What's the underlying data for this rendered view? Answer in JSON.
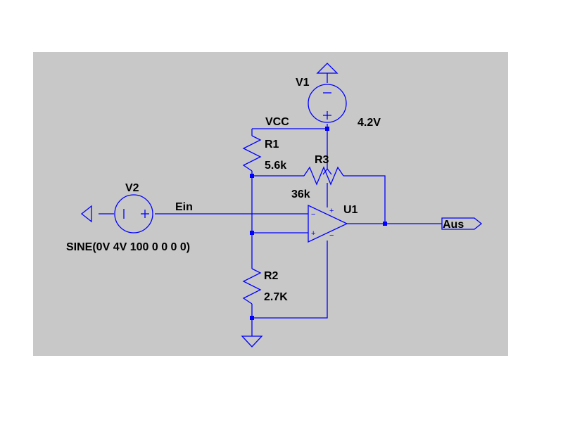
{
  "canvas": {
    "background": "#c8c8c8",
    "wire_color": "#0000ff"
  },
  "components": {
    "v1": {
      "name": "V1",
      "value": "4.2V"
    },
    "v2": {
      "name": "V2",
      "value": "SINE(0V 4V 100 0 0 0 0)"
    },
    "r1": {
      "name": "R1",
      "value": "5.6k"
    },
    "r2": {
      "name": "R2",
      "value": "2.7K"
    },
    "r3": {
      "name": "R3",
      "value": "36k"
    },
    "u1": {
      "name": "U1"
    }
  },
  "nets": {
    "vcc": "VCC",
    "input": "Ein",
    "output": "Aus"
  }
}
